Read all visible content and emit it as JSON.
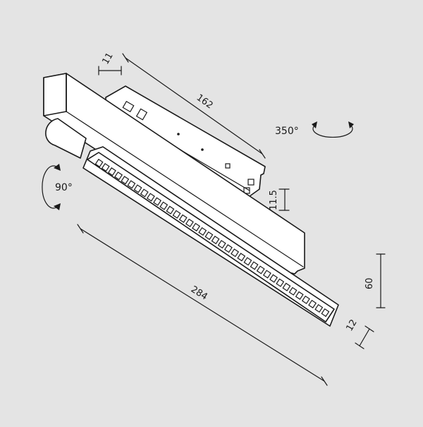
{
  "dimensions": {
    "top_width": "11",
    "track_length": "162",
    "adapter_height": "11.5",
    "lamp_height": "60",
    "lamp_depth": "12",
    "lamp_length": "284"
  },
  "rotations": {
    "horizontal": "350°",
    "vertical": "90°"
  },
  "colors": {
    "background": "#e4e4e4",
    "line": "#1a1a1a",
    "fill": "#ffffff"
  },
  "led_cells": 36
}
